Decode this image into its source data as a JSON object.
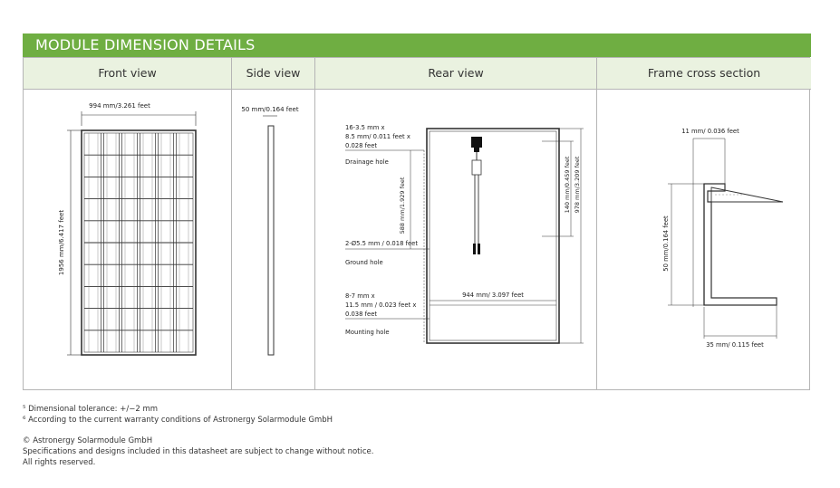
{
  "header": {
    "title": "MODULE DIMENSION DETAILS"
  },
  "columns": [
    {
      "label": "Front view"
    },
    {
      "label": "Side view"
    },
    {
      "label": "Rear view"
    },
    {
      "label": "Frame cross section"
    }
  ],
  "front_view": {
    "width_label": "994 mm/3.261 feet",
    "height_label": "1956 mm/6.417 feet"
  },
  "side_view": {
    "thickness_label": "50 mm/0.164 feet"
  },
  "rear_view": {
    "drainage_dims": [
      "16-3.5 mm x",
      "8.5 mm/ 0.011 feet x",
      "0.028 feet"
    ],
    "drainage_label": "Drainage hole",
    "ground_dims": "2-Ø5.5 mm / 0.018 feet",
    "ground_label": "Ground hole",
    "mounting_dims": [
      "8-7 mm x",
      "11.5 mm / 0.023 feet x",
      "0.038 feet"
    ],
    "mounting_label": "Mounting hole",
    "vertical_label": "588 mm/1.929 feet",
    "width_label": "944 mm/ 3.097 feet",
    "right_label_1": "140 mm/0.459 feet",
    "right_label_2": "978 mm/3.209 feet"
  },
  "frame_section": {
    "top_label": "11 mm/ 0.036 feet",
    "height_label": "50 mm/0.164 feet",
    "bottom_label": "35 mm/ 0.115 feet"
  },
  "footnotes": {
    "note1": "⁵ Dimensional tolerance: +/−2 mm",
    "note2": "⁶ According to the current warranty conditions of Astronergy Solarmodule GmbH",
    "copyright": "© Astronergy Solarmodule GmbH",
    "spec": "Specifications and designs included in this datasheet are subject to change without notice.",
    "rights": "All rights reserved."
  }
}
